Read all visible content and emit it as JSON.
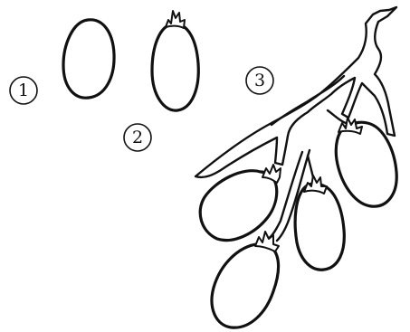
{
  "labels": {
    "one": "1",
    "two": "2",
    "three": "3"
  },
  "colors": {
    "line": "#111111",
    "background": "#ffffff"
  }
}
